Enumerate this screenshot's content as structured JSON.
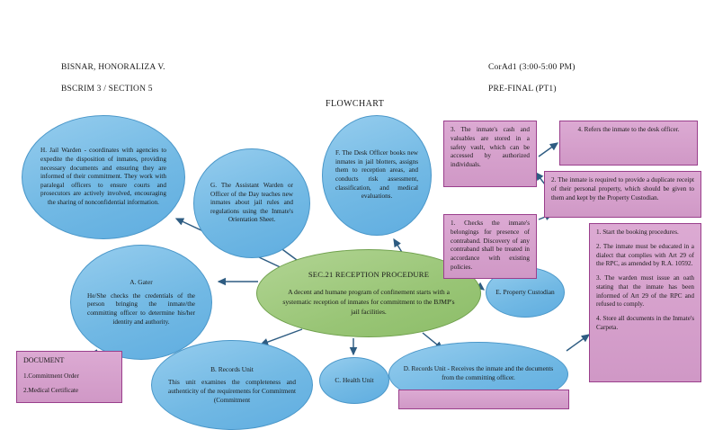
{
  "header": {
    "student_name": "BISNAR, HONORALIZA V.",
    "course_section": "BSCRIM 3 / SECTION 5",
    "schedule": "CorAd1 (3:00-5:00 PM)",
    "term": "PRE-FINAL (PT1)",
    "title": "FLOWCHART"
  },
  "colors": {
    "ellipse_blue": "#7fc1e8",
    "ellipse_blue_border": "#4a97c9",
    "ellipse_green": "#9fc97e",
    "ellipse_green_border": "#6fa04c",
    "rect_pink": "#d49bc8",
    "rect_pink_border": "#9a3f8c",
    "connector": "#2e5c82",
    "page_background": "#ffffff"
  },
  "nodes": {
    "warden": {
      "title": "",
      "body": "H. Jail Warden - coordinates with agencies to expedite the disposition of inmates, providing necessary documents and ensuring they are informed of their commitment. They work with paralegal officers to ensure courts and prosecutors are actively involved, encouraging the sharing of nonconfidential information."
    },
    "assistant_warden": {
      "title": "",
      "body": "G. The Assistant Warden or Officer of the Day teaches new inmates about jail rules and regulations using the Inmate's Orientation Sheet."
    },
    "desk_officer": {
      "title": "",
      "body": "F. The Desk Officer books new inmates in jail blotters, assigns them to reception areas, and conducts risk assessment, classification, and medical evaluations."
    },
    "gater": {
      "title": "A. Gater",
      "body": "He/She checks the credentials of the person bringing the inmate/the committing officer to determine his/her identity and authority."
    },
    "center": {
      "title": "SEC.21 RECEPTION PROCEDURE",
      "body": "A decent and humane program of confinement starts with a systematic reception of inmates for commitment to the BJMP's jail facilities."
    },
    "property_custodian": {
      "title": "E. Property Custodian",
      "body": ""
    },
    "records_unit_b": {
      "title": "B. Records Unit",
      "body": "This unit examines the completeness and authenticity of the requirements for Commitment (Commitment"
    },
    "health_unit": {
      "title": "C. Health Unit",
      "body": ""
    },
    "records_unit_d": {
      "title": "",
      "body": "D. Records Unit - Receives the inmate and the documents from the committing officer."
    }
  },
  "rects": {
    "cash_valuables": {
      "text": "3. The inmate's cash and valuables are stored in a safety vault, which can be accessed by authorized individuals."
    },
    "refer_desk": {
      "text": "4. Refers the inmate to the desk officer."
    },
    "duplicate_receipt": {
      "text": "2. The inmate is required to provide a duplicate receipt of their personal property, which should be given to them and kept by the Property Custodian."
    },
    "contraband_check": {
      "text": "1. Checks the inmate's belongings for presence of contraband. Discovery of any contraband shall be treated in accordance with existing policies."
    },
    "booking_procedures": {
      "items": [
        "1. Start the booking procedures.",
        "2. The inmate must be educated in a dialect that complies with Art 29 of the RPC, as amended by R.A. 10592.",
        "3. The warden must issue an oath stating that the inmate has been informed of Art 29 of the RPC and refused to comply.",
        "4. Store all documents in the Inmate's Carpeta."
      ]
    },
    "document_box": {
      "heading": "DOCUMENT",
      "items": [
        "1.Commitment Order",
        "2.Medical Certificate"
      ]
    }
  }
}
